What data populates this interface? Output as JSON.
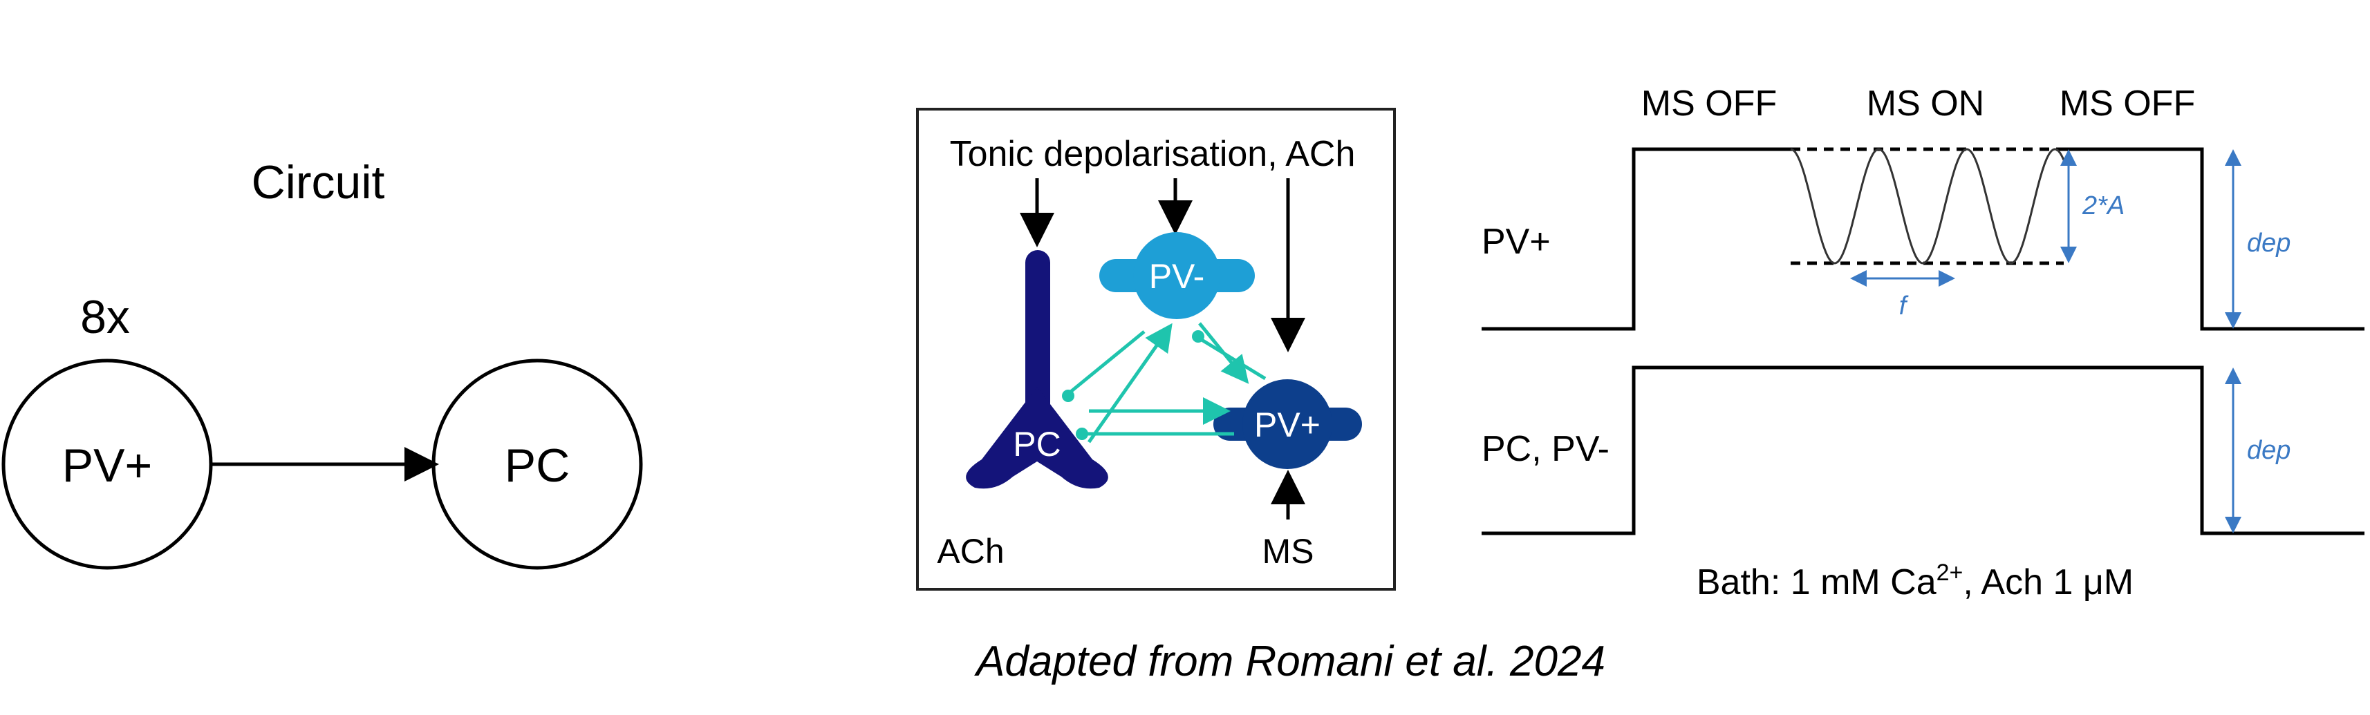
{
  "colors": {
    "ink": "#000000",
    "pv_minus": "#1e9fd6",
    "pv_plus": "#0d3f8c",
    "pc": "#14147a",
    "synapse": "#1fc4ad",
    "annotation": "#3a79c4"
  },
  "left_circuit": {
    "title": "Circuit",
    "multiplier": "8x",
    "source_node": "PV+",
    "target_node": "PC"
  },
  "schematic": {
    "top_input": "Tonic depolarisation, ACh",
    "pv_minus": "PV-",
    "pv_plus": "PV+",
    "pc": "PC",
    "bottom_left": "ACh",
    "bottom_right": "MS"
  },
  "protocol": {
    "phases": [
      "MS OFF",
      "MS ON",
      "MS OFF"
    ],
    "trace_pv_plus": "PV+",
    "trace_pc_pv_minus": "PC, PV-",
    "amplitude_label": "2*A",
    "frequency_label": "f",
    "dep_label_top": "dep",
    "dep_label_bottom": "dep",
    "bath_prefix": "Bath: 1 mM Ca",
    "bath_sup": "2+",
    "bath_suffix": ", Ach 1 μM"
  },
  "citation": "Adapted from Romani et al. 2024"
}
